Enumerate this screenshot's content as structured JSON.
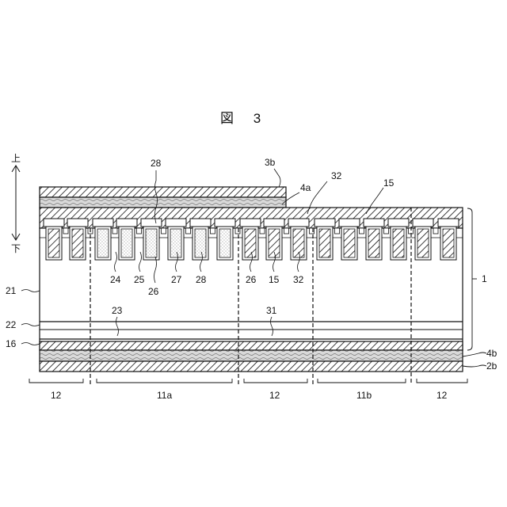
{
  "figure": {
    "title": "図 3"
  },
  "direction": {
    "up": "上",
    "down": "下"
  },
  "labels": {
    "top_28": "28",
    "top_3b": "3b",
    "top_4a": "4a",
    "top_32": "32",
    "top_15": "15",
    "right_1": "1",
    "right_4b": "4b",
    "right_2b": "2b",
    "left_21": "21",
    "left_22": "22",
    "left_16": "16",
    "b_24": "24",
    "b_25": "25",
    "b_26a": "26",
    "b_27": "27",
    "b_28": "28",
    "b_26b": "26",
    "b_15": "15",
    "b_32": "32",
    "mid_23": "23",
    "mid_31": "31"
  },
  "regions": [
    "12",
    "11a",
    "12",
    "11b",
    "12"
  ]
}
